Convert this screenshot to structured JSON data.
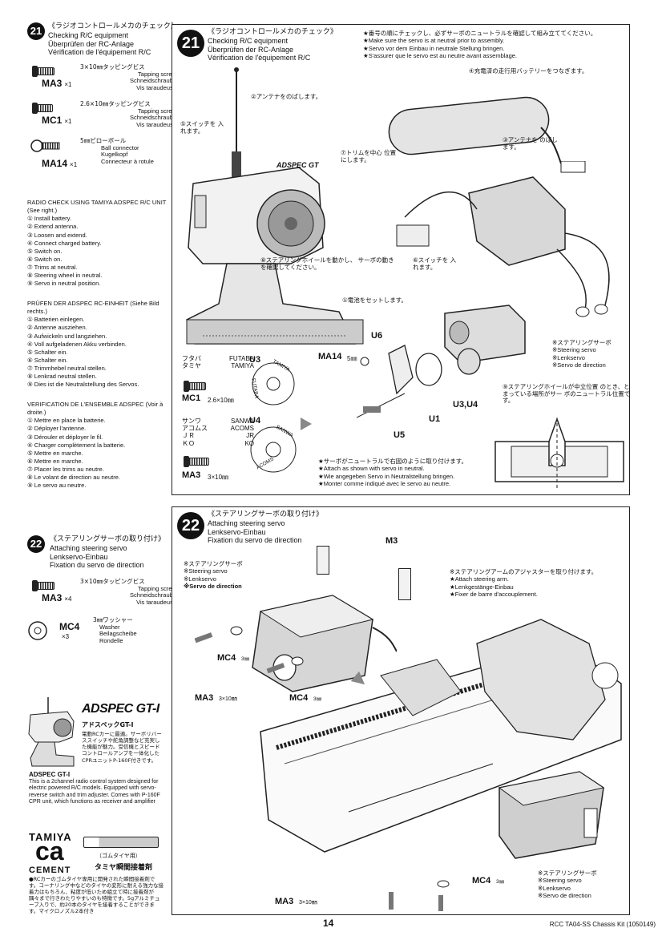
{
  "step21": {
    "number": "21",
    "title_jp": "《ラジオコントロールメカのチェック》",
    "title_en": "Checking R/C equipment",
    "title_de": "Überprüfen der RC-Anlage",
    "title_fr": "Vérification de l'équipement R/C",
    "parts": [
      {
        "code": "MA3",
        "qty": "×1",
        "size_jp": "3×10㎜タッピングビス",
        "en": "Tapping screw",
        "de": "Schneidschraube",
        "fr": "Vis taraudeuse"
      },
      {
        "code": "MC1",
        "qty": "×1",
        "size_jp": "2.6×10㎜タッピングビス",
        "en": "Tapping screw",
        "de": "Schneidschraube",
        "fr": "Vis taraudeuse"
      },
      {
        "code": "MA14",
        "qty": "×1",
        "size_jp": "5㎜ピローボール",
        "en": "Ball connector",
        "de": "Kugelkopf",
        "fr": "Connecteur à rotule"
      }
    ],
    "instructions": [
      {
        "heading": "RADIO CHECK USING TAMIYA ADSPEC R/C UNIT (See right.)",
        "items": [
          "① Install battery.",
          "② Extend antenna.",
          "③ Loosen and extend.",
          "④ Connect charged battery.",
          "⑤ Switch on.",
          "⑥ Switch on.",
          "⑦ Trims at neutral.",
          "⑧ Steering wheel in neutral.",
          "⑨ Servo in neutral position."
        ]
      },
      {
        "heading": "PRÜFEN DER ADSPEC RC-EINHEIT (Siehe Bild rechts.)",
        "items": [
          "① Batterien einlegen.",
          "② Antenne ausziehen.",
          "③ Aufwickeln und langziehen.",
          "④ Voll aufgeladenen Akku verbinden.",
          "⑤ Schalter ein.",
          "⑥ Schalter ein.",
          "⑦ Trimmhebel neutral stellen.",
          "⑧ Lenkrad neutral stellen.",
          "⑨ Dies ist die Neutralstellung des Servos."
        ]
      },
      {
        "heading": "VERIFICATION DE L'ENSEMBLE ADSPEC (Voir à droite.)",
        "items": [
          "① Mettre en place la batterie.",
          "② Déployer l'antenne.",
          "③ Dérouler et déployer le fil.",
          "④ Charger complètement la batterie.",
          "⑤ Mettre en marche.",
          "⑥ Mettre en marche.",
          "⑦ Placer les trims au neutre.",
          "⑧ Le volant de direction au neutre.",
          "⑨ Le servo au neutre."
        ]
      }
    ],
    "panel": {
      "notes": [
        "★番号の順にチェックし、必ずサーボのニュートラルを確認して組み立ててください。",
        "★Make sure the servo is at neutral prior to assembly.",
        "★Servo vor dem Einbau in neutrale Stellung bringen.",
        "★S'assurer que le servo est au neutre avant assemblage."
      ],
      "callouts": {
        "c1": "①電池をセットします。",
        "c2": "②アンテナをのばします。",
        "c3": "③アンテナを のばします。",
        "c4": "④充電済の走行用バッテリーをつなぎます。",
        "c5": "⑤スイッチを 入れます。",
        "c6": "⑥スイッチを 入れます。",
        "c7": "⑦トリムを中心 位置にします。",
        "c8": "⑧ステアリングホイールを動かし、 サーボの動きを確認してください。",
        "c9": "⑨ステアリングホイールが中立位置 のとき、とまっている場所がサー ボのニュートラル位置です。"
      },
      "servo_label": [
        "※ステアリングサーボ",
        "※Steering servo",
        "※Lenkservo",
        "※Servo de direction"
      ],
      "parts_labels": {
        "ma14": "MA14",
        "ma14_size": "5㎜",
        "u6": "U6",
        "u3": "U3",
        "u3u4": "U3,U4",
        "u1": "U1",
        "u5": "U5",
        "u4": "U4",
        "mc1": "MC1",
        "mc1_size": "2.6×10㎜",
        "ma3": "MA3",
        "ma3_size": "3×10㎜"
      },
      "brands": {
        "futaba_jp": "フタバ",
        "futaba": "FUTABA",
        "tamiya_jp": "タミヤ",
        "tamiya": "TAMIYA",
        "sanwa_jp": "サンワ",
        "sanwa": "SANWA",
        "acoms_jp": "アコムス",
        "acoms": "ACOMS",
        "jr_jp": "ＪＲ",
        "jr": "JR",
        "ko_jp": "ＫＯ",
        "ko": "KO"
      },
      "disc_labels": {
        "tamiya": "TAMIYA",
        "futaba": "FUTABA",
        "sanwa": "SANWA",
        "acoms": "ACOMS"
      },
      "tx_brand": "ADSPEC GT",
      "attach_notes": [
        "★サーボがニュートラルで右図のように取り付けます。",
        "★Attach as shown with servo in neutral.",
        "★Wie angegeben Servo in Neutralstellung bringen.",
        "★Monter comme indiqué avec le servo au neutre."
      ]
    }
  },
  "step22": {
    "number": "22",
    "title_jp": "《ステアリングサーボの取り付け》",
    "title_en": "Attaching steering servo",
    "title_de": "Lenkservo-Einbau",
    "title_fr": "Fixation du servo de direction",
    "parts": [
      {
        "code": "MA3",
        "qty": "×4",
        "size_jp": "3×10㎜タッピングビス",
        "en": "Tapping screw",
        "de": "Schneidschraube",
        "fr": "Vis taraudeuse"
      },
      {
        "code": "MC4",
        "qty": "×3",
        "size_jp": "3㎜ワッシャー",
        "en": "Washer",
        "de": "Beilagscheibe",
        "fr": "Rondelle"
      }
    ],
    "panel": {
      "servo_label": [
        "※ステアリングサーボ",
        "※Steering servo",
        "※Lenkservo",
        "※Servo de direction"
      ],
      "arm_notes": [
        "※ステアリングアームのアジャスターを取り付けます。",
        "★Attach steering arm.",
        "★Lenkgestänge-Einbau",
        "★Fixer de barre d'accouplement."
      ],
      "m3": "M3",
      "mc4": "MC4",
      "mc4_size": "3㎜",
      "ma3": "MA3",
      "ma3_size": "3×10㎜",
      "servo_label2": [
        "※ステアリングサーボ",
        "※Steering servo",
        "※Lenkservo",
        "※Servo de direction"
      ]
    }
  },
  "ad": {
    "brand": "ADSPEC GT-I",
    "brand_jp": "アドスペックGT-I",
    "jp_text": "電動RCカーに最適。サーボリバーススイッチや舵角調整など充実した機能が魅力。受信機とスピードコントロールアンプを一体化したCPRユニットP-160F付きです。",
    "heading": "ADSPEC GT-I",
    "body": "This is a 2channel radio control system designed for electric powered R/C models. Equipped with servo-reverse switch and trim adjuster. Comes with P-160F CPR unit, which functions as receiver and amplifier"
  },
  "cement": {
    "brand": "TAMIYA",
    "logo": "ca",
    "word": "CEMENT",
    "tube_note": "（ゴムタイヤ用）",
    "title_jp": "タミヤ瞬間接着剤",
    "body_jp": "●RCカーのゴムタイヤ専用に開発された瞬間接着剤です。コーナリング中などのタイヤの変形に耐える強力な接着力はもちろん、粘度が低いため組立て時に接着剤が隅々まで行きわたりやすいのも特徴です。5gアルミチューブ入りで、約20本のタイヤを接着することができます。マイクロノズル2本付き"
  },
  "footer": {
    "page": "14",
    "model": "RCC TA04-SS Chassis Kit (1050149)"
  }
}
